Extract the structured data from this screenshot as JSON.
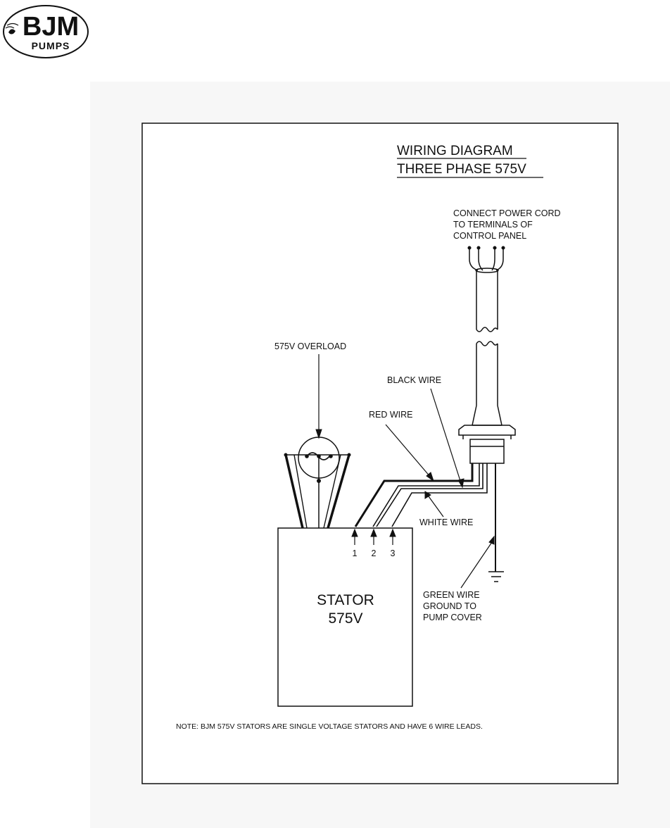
{
  "logo": {
    "brand": "BJM",
    "sub": "PUMPS"
  },
  "title": {
    "line1": "WIRING DIAGRAM",
    "line2": "THREE PHASE 575V"
  },
  "labels": {
    "power_cord": [
      "CONNECT POWER CORD",
      "TO TERMINALS OF",
      "CONTROL PANEL"
    ],
    "overload": "575V OVERLOAD",
    "black_wire": "BLACK WIRE",
    "red_wire": "RED WIRE",
    "white_wire": "WHITE WIRE",
    "green_wire": [
      "GREEN WIRE",
      "GROUND TO",
      "PUMP COVER"
    ],
    "stator": [
      "STATOR",
      "575V"
    ],
    "terminals": [
      "1",
      "2",
      "3"
    ]
  },
  "note": "NOTE: BJM 575V STATORS ARE SINGLE VOLTAGE STATORS AND HAVE 6 WIRE LEADS."
}
